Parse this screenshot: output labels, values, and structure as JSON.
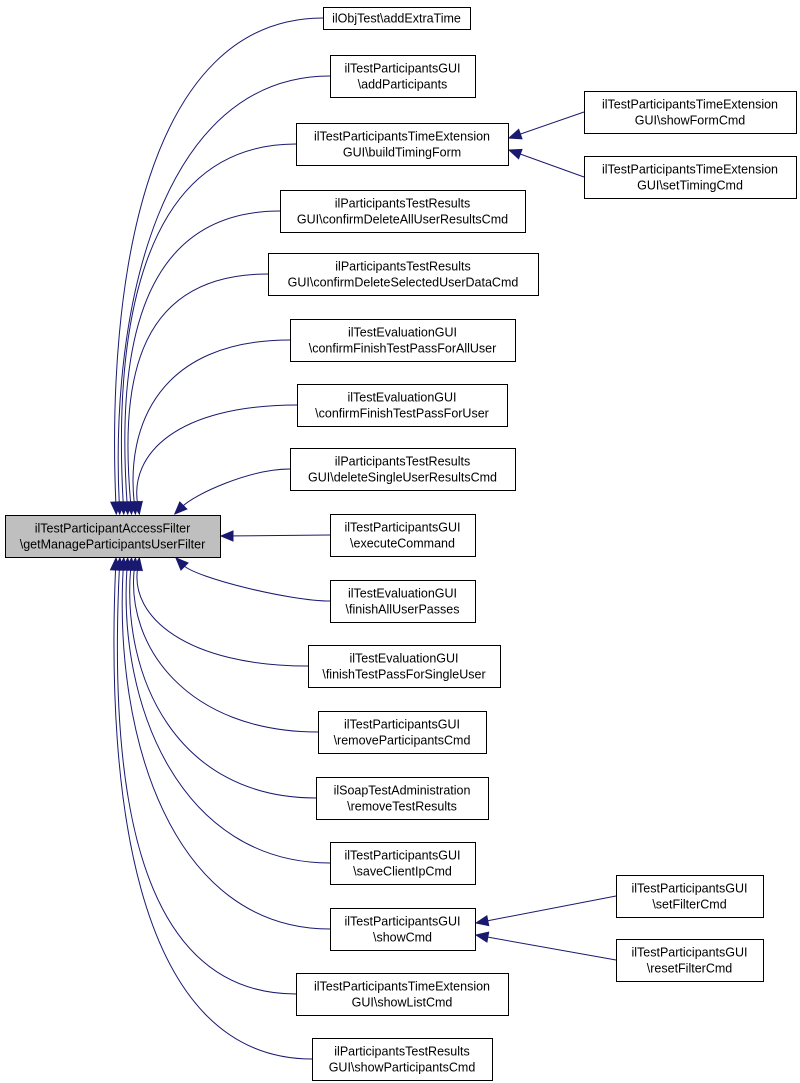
{
  "diagram": {
    "type": "caller-graph",
    "root": {
      "id": "root",
      "lines": [
        "ilTestParticipantAccessFilter",
        "\\getManageParticipantsUserFilter"
      ]
    },
    "callers": [
      {
        "id": "n1",
        "lines": [
          "ilObjTest\\addExtraTime"
        ]
      },
      {
        "id": "n2",
        "lines": [
          "ilTestParticipantsGUI",
          "\\addParticipants"
        ]
      },
      {
        "id": "n3",
        "lines": [
          "ilTestParticipantsTimeExtension",
          "GUI\\buildTimingForm"
        ]
      },
      {
        "id": "n4",
        "lines": [
          "ilParticipantsTestResults",
          "GUI\\confirmDeleteAllUserResultsCmd"
        ]
      },
      {
        "id": "n5",
        "lines": [
          "ilParticipantsTestResults",
          "GUI\\confirmDeleteSelectedUserDataCmd"
        ]
      },
      {
        "id": "n6",
        "lines": [
          "ilTestEvaluationGUI",
          "\\confirmFinishTestPassForAllUser"
        ]
      },
      {
        "id": "n7",
        "lines": [
          "ilTestEvaluationGUI",
          "\\confirmFinishTestPassForUser"
        ]
      },
      {
        "id": "n8",
        "lines": [
          "ilParticipantsTestResults",
          "GUI\\deleteSingleUserResultsCmd"
        ]
      },
      {
        "id": "n9",
        "lines": [
          "ilTestParticipantsGUI",
          "\\executeCommand"
        ]
      },
      {
        "id": "n10",
        "lines": [
          "ilTestEvaluationGUI",
          "\\finishAllUserPasses"
        ]
      },
      {
        "id": "n11",
        "lines": [
          "ilTestEvaluationGUI",
          "\\finishTestPassForSingleUser"
        ]
      },
      {
        "id": "n12",
        "lines": [
          "ilTestParticipantsGUI",
          "\\removeParticipantsCmd"
        ]
      },
      {
        "id": "n13",
        "lines": [
          "ilSoapTestAdministration",
          "\\removeTestResults"
        ]
      },
      {
        "id": "n14",
        "lines": [
          "ilTestParticipantsGUI",
          "\\saveClientIpCmd"
        ]
      },
      {
        "id": "n15",
        "lines": [
          "ilTestParticipantsGUI",
          "\\showCmd"
        ]
      },
      {
        "id": "n16",
        "lines": [
          "ilTestParticipantsTimeExtension",
          "GUI\\showListCmd"
        ]
      },
      {
        "id": "n17",
        "lines": [
          "ilParticipantsTestResults",
          "GUI\\showParticipantsCmd"
        ]
      }
    ],
    "second_level": [
      {
        "id": "s1",
        "lines": [
          "ilTestParticipantsTimeExtension",
          "GUI\\showFormCmd"
        ],
        "calls": "n3"
      },
      {
        "id": "s2",
        "lines": [
          "ilTestParticipantsTimeExtension",
          "GUI\\setTimingCmd"
        ],
        "calls": "n3"
      },
      {
        "id": "s3",
        "lines": [
          "ilTestParticipantsGUI",
          "\\setFilterCmd"
        ],
        "calls": "n15"
      },
      {
        "id": "s4",
        "lines": [
          "ilTestParticipantsGUI",
          "\\resetFilterCmd"
        ],
        "calls": "n15"
      }
    ],
    "colors": {
      "edge": "#191970",
      "root_fill": "#bfbfbf",
      "node_fill": "#ffffff",
      "border": "#000000"
    }
  }
}
